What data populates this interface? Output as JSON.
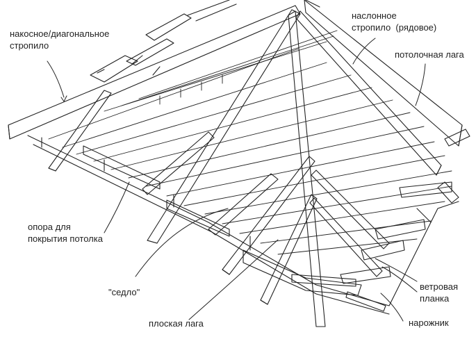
{
  "labels": {
    "hip_rafter": {
      "line1": "накосное/диагональное",
      "line2": "стропило"
    },
    "common_rafter": {
      "line1": "наслонное",
      "line2a": "стропило",
      "line2b": "(рядовое)"
    },
    "ceiling_joist": "потолочная лага",
    "ceiling_support": {
      "line1": "опора для",
      "line2": "покрытия потолка"
    },
    "saddle": "\"седло\"",
    "flat_joist": "плоская лага",
    "wind_board": {
      "line1": "ветровая",
      "line2": "планка"
    },
    "outrigger": "нарожник"
  },
  "colors": {
    "ink": "#222222",
    "paper": "#ffffff"
  }
}
